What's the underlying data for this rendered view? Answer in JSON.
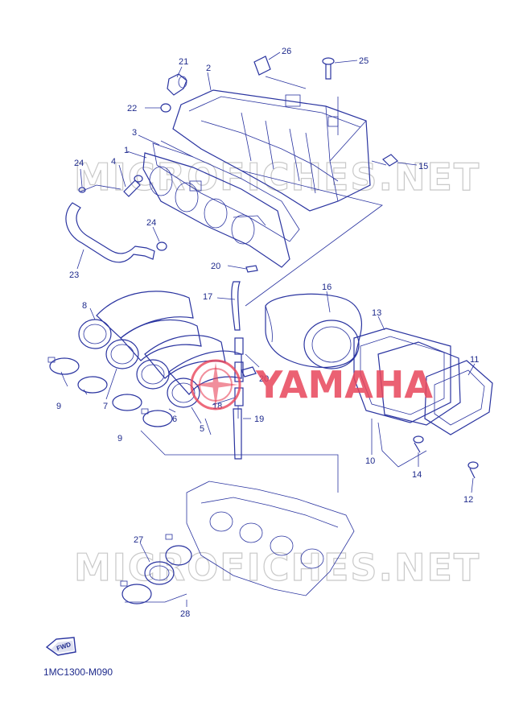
{
  "diagram": {
    "colors": {
      "line": "#2a34a0",
      "brand": "#e8455a",
      "watermark": "#c9c9c9"
    },
    "watermarks": [
      "MICROFICHES.NET",
      "MICROFICHES.NET"
    ],
    "brand_logo_text": "YAMAHA",
    "figure_code": "1MC1300-M090",
    "forward_label": "FWD",
    "callouts": [
      "1",
      "2",
      "3",
      "4",
      "5",
      "6",
      "7",
      "8",
      "9",
      "9",
      "10",
      "11",
      "12",
      "13",
      "14",
      "15",
      "16",
      "17",
      "18",
      "19",
      "20",
      "20",
      "21",
      "22",
      "23",
      "24",
      "24",
      "25",
      "26",
      "27",
      "28"
    ]
  }
}
